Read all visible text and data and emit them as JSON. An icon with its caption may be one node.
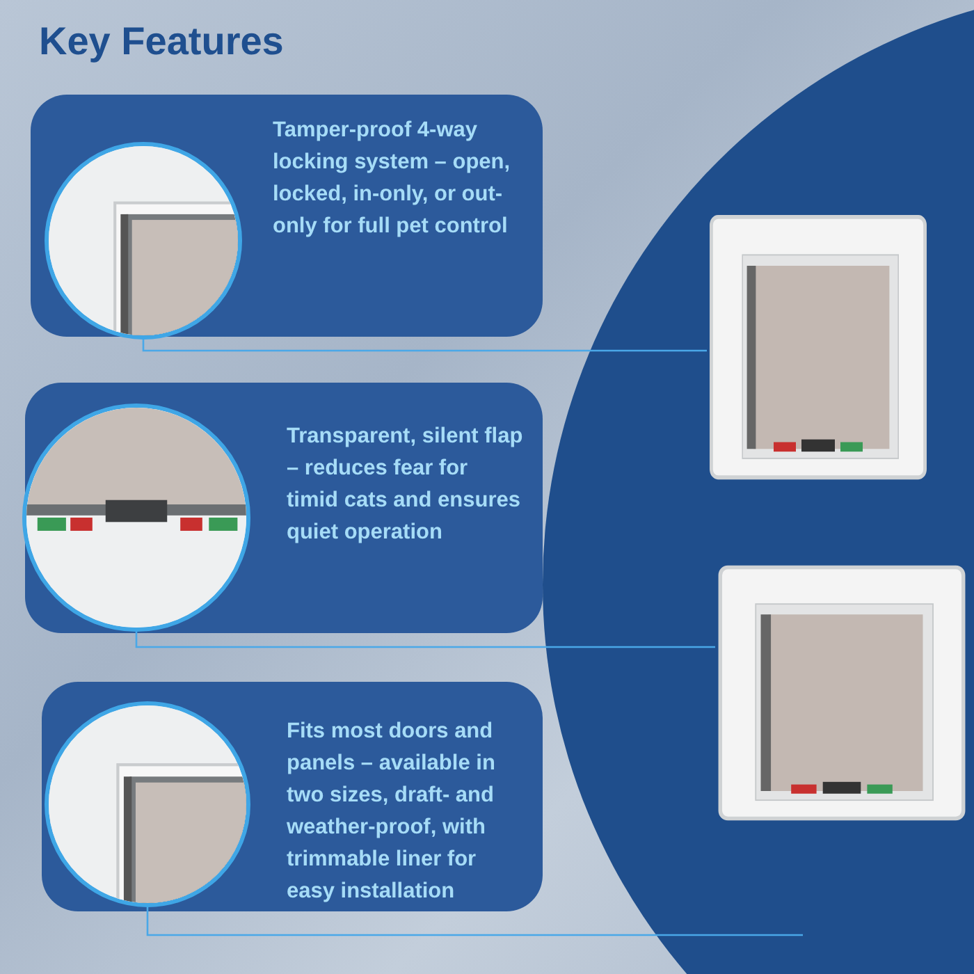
{
  "diagram": {
    "title": "Key Features",
    "nodes": [
      {
        "text": [
          "Tamper-proof 4-way locking system – open, locked, in-only, or out-only for full pet control"
        ]
      },
      {
        "text": [],
        "shape": "picture",
        "in": 0
      },
      {
        "text": [
          "Transparent, silent flap – reduces fear for timid cats and ensures quiet operation"
        ]
      },
      {
        "text": [],
        "shape": "picture",
        "in": 2
      },
      {
        "text": [
          "Fits most doors and panels – available in two sizes, draft- and weather-proof, with trimmable liner for easy installation"
        ]
      },
      {
        "text": [],
        "shape": "picture",
        "in": 4
      },
      {
        "text": [],
        "shape": "picture"
      },
      {
        "text": [],
        "shape": "picture"
      }
    ],
    "edges": [
      {
        "from": 1,
        "to": 6,
        "arrow": "none"
      },
      {
        "from": 3,
        "to": 7,
        "arrow": "none"
      },
      {
        "from": 5,
        "to": null,
        "arrow": "none"
      }
    ]
  }
}
